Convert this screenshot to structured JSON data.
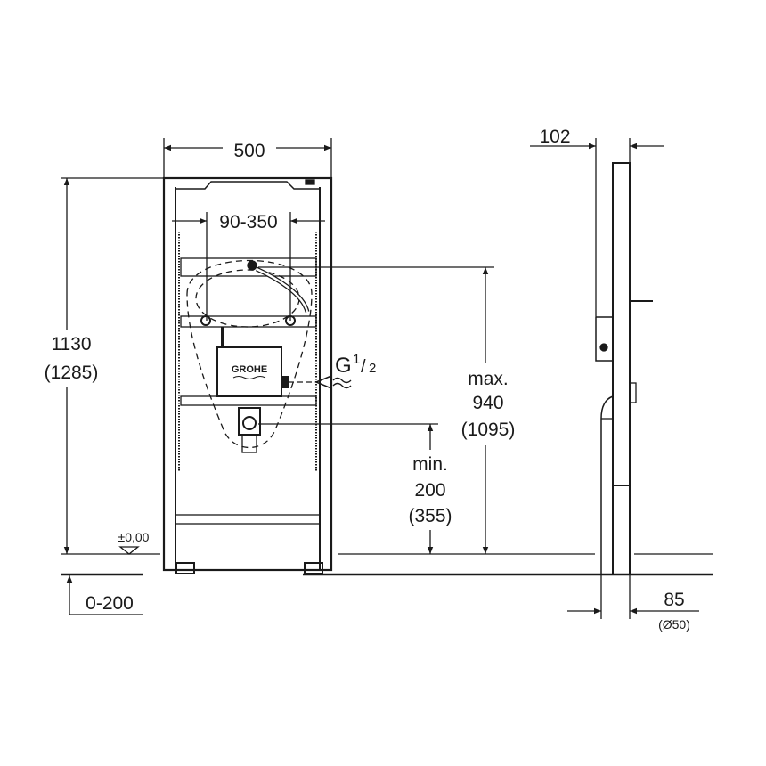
{
  "dimensions": {
    "width": "500",
    "range": "90-350",
    "height": "1130",
    "height_alt": "(1285)",
    "max_label": "max.",
    "max_value": "940",
    "max_alt": "(1095)",
    "min_label": "min.",
    "min_value": "200",
    "min_alt": "(355)",
    "floor_level": "±0,00",
    "floor_adjust": "0-200",
    "depth": "102",
    "pipe_offset": "85",
    "pipe_diameter": "(Ø50)",
    "connection_letter": "G",
    "connection_num": "1",
    "connection_den": "2"
  },
  "logo": "GROHE",
  "colors": {
    "line": "#1a1a1a",
    "background": "#ffffff"
  }
}
